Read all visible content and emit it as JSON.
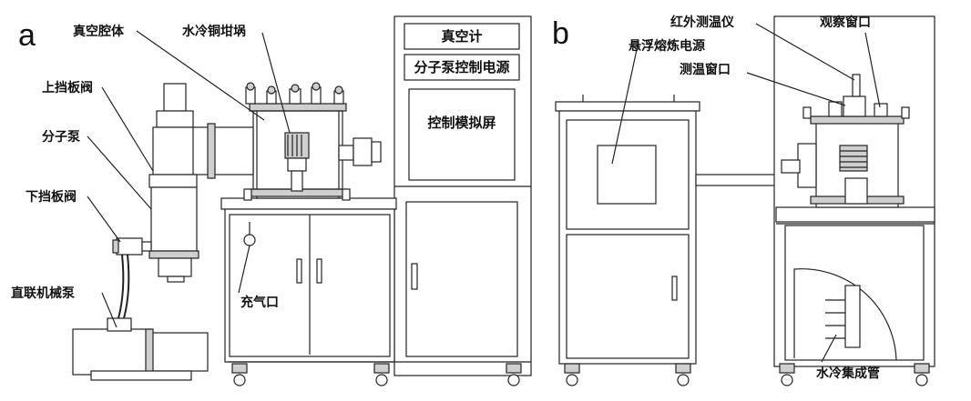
{
  "panels": {
    "a": "a",
    "b": "b"
  },
  "panel_a": {
    "labels": {
      "vacuum_chamber": "真空腔体",
      "water_cooled_crucible": "水冷铜坩埚",
      "upper_baffle_valve": "上挡板阀",
      "molecular_pump": "分子泵",
      "lower_baffle_valve": "下挡板阀",
      "mechanical_pump": "直联机械泵",
      "gas_inlet": "充气口"
    },
    "cabinet_panels": {
      "vacuum_gauge": "真空计",
      "pump_power": "分子泵控制电源",
      "control_screen": "控制模拟屏"
    }
  },
  "panel_b": {
    "labels": {
      "ir_thermometer": "红外测温仪",
      "observation_window": "观察窗口",
      "levitation_power": "悬浮熔炼电源",
      "temp_window": "测温窗口",
      "water_manifold": "水冷集成管"
    }
  }
}
